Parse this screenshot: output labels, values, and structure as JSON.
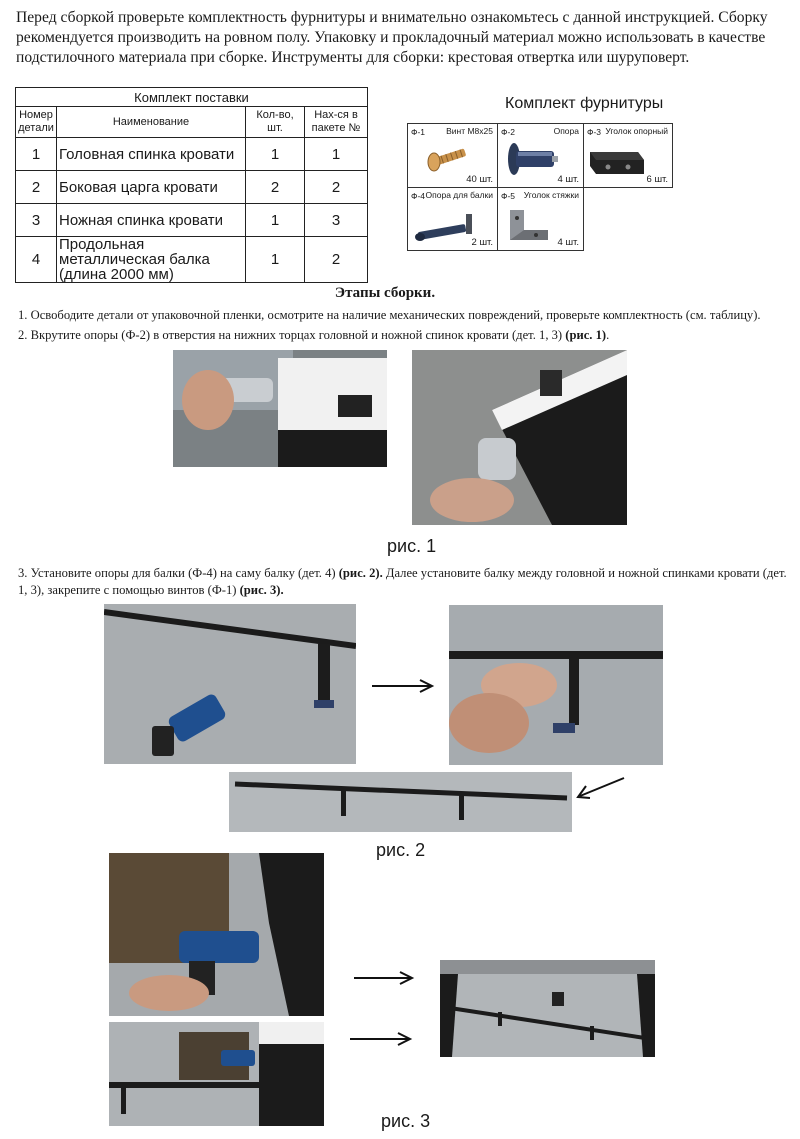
{
  "intro": "Перед сборкой проверьте комплектность фурнитуры и внимательно ознакомьтесь с данной инструкцией. Сборку рекомендуется производить на ровном полу. Упаковку и прокладочный материал можно использовать в качестве подстилочного материала при сборке. Инструменты для сборки: крестовая отвертка или шуруповерт.",
  "kit_table": {
    "caption": "Комплект поставки",
    "headers": {
      "number": "Номер детали",
      "name": "Наименование",
      "qty": "Кол-во, шт.",
      "pack": "Нах-ся в пакете №"
    },
    "rows": [
      {
        "number": "1",
        "name": "Головная спинка кровати",
        "qty": "1",
        "pack": "1"
      },
      {
        "number": "2",
        "name": "Боковая царга кровати",
        "qty": "2",
        "pack": "2"
      },
      {
        "number": "3",
        "name": "Ножная спинка кровати",
        "qty": "1",
        "pack": "3"
      },
      {
        "number": "4",
        "name": "Продольная металлическая балка (длина 2000 мм)",
        "qty": "1",
        "pack": "2"
      }
    ]
  },
  "hardware": {
    "title": "Комплект фурнитуры",
    "items": [
      {
        "code": "Ф-1",
        "label": "Винт М8х25",
        "qty": "40 шт."
      },
      {
        "code": "Ф-2",
        "label": "Опора",
        "qty": "4 шт."
      },
      {
        "code": "Ф-3",
        "label": "Уголок опорный",
        "qty": "6 шт."
      },
      {
        "code": "Ф-4",
        "label": "Опора для балки",
        "qty": "2 шт."
      },
      {
        "code": "Ф-5",
        "label": "Уголок стяжки",
        "qty": "4 шт."
      }
    ]
  },
  "steps": {
    "title": "Этапы сборки.",
    "step1": "1. Освободите детали от упаковочной пленки, осмотрите на наличие механических повреждений, проверьте комплектность (см. таблицу).",
    "step2_text": "2. Вкрутите опоры (Ф-2) в отверстия на нижних торцах головной и ножной спинок кровати (дет. 1, 3) ",
    "step2_ref": "(рис. 1)",
    "step2_end": ".",
    "step3_text_a": "3. Установите опоры для балки (Ф-4) на саму балку (дет. 4) ",
    "step3_ref_a": "(рис. 2).",
    "step3_text_b": " Далее установите балку между головной и ножной спинками кровати (дет. 1, 3), закрепите с помощью винтов (Ф-1) ",
    "step3_ref_b": "(рис. 3)."
  },
  "figures": {
    "fig1": "рис. 1",
    "fig2": "рис. 2",
    "fig3": "рис. 3"
  },
  "colors": {
    "floor": "#a9adb0",
    "panel_black": "#1b1b1b",
    "panel_white": "#f2f2f2",
    "drill_blue": "#1f4f8f"
  }
}
